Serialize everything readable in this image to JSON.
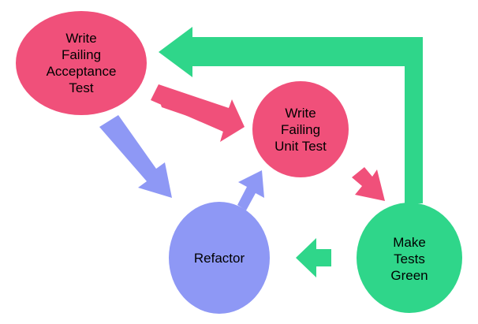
{
  "nodes": {
    "acceptance": {
      "lines": [
        "Write",
        "Failing",
        "Acceptance",
        "Test"
      ],
      "color": "#f0507a"
    },
    "unit": {
      "lines": [
        "Write",
        "Failing",
        "Unit Test"
      ],
      "color": "#f0507a"
    },
    "green": {
      "lines": [
        "Make",
        "Tests",
        "Green"
      ],
      "color": "#2fd68a"
    },
    "refactor": {
      "lines": [
        "Refactor"
      ],
      "color": "#8e98f5"
    }
  },
  "arrows": [
    {
      "from": "acceptance",
      "to": "unit",
      "color": "#f0507a"
    },
    {
      "from": "unit",
      "to": "green",
      "color": "#f0507a"
    },
    {
      "from": "green",
      "to": "acceptance",
      "color": "#2fd68a"
    },
    {
      "from": "green",
      "to": "refactor",
      "color": "#2fd68a"
    },
    {
      "from": "acceptance",
      "to": "refactor",
      "color": "#8e98f5"
    },
    {
      "from": "refactor",
      "to": "unit",
      "color": "#8e98f5"
    }
  ]
}
